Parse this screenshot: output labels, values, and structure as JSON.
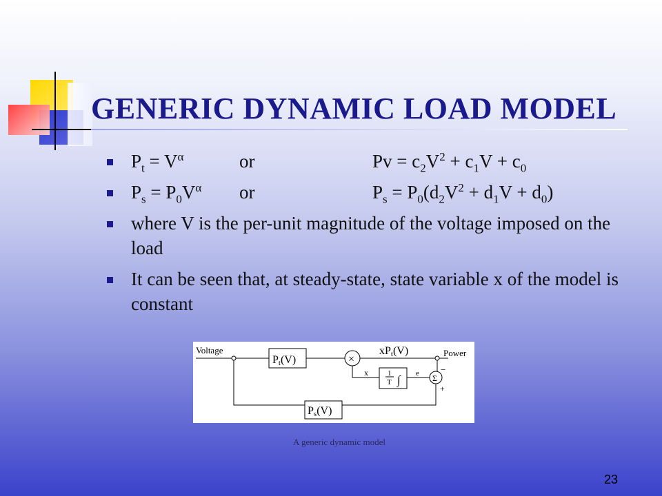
{
  "slide": {
    "title": "GENERIC DYNAMIC LOAD MODEL",
    "number": "23",
    "bullets": {
      "eq1": {
        "left_base": "P",
        "left_sub": "t",
        "left_rest": " = V",
        "left_sup": "α",
        "or": "or",
        "right": [
          "Pv = c",
          "2",
          "V",
          "2",
          " + c",
          "1",
          "V + c",
          "0"
        ]
      },
      "eq2": {
        "left_base": "P",
        "left_sub": "s",
        "left_mid": " = P",
        "left_sub2": "0",
        "left_v": "V",
        "left_sup": "α",
        "or": "or",
        "right": [
          "P",
          "s",
          " = P",
          "0",
          "(d",
          "2",
          "V",
          "2",
          " + d",
          "1",
          "V + d",
          "0",
          ")"
        ]
      },
      "text3": "where V is the per-unit magnitude of the voltage imposed on the load",
      "text4": "It can be seen that, at steady-state, state variable x of the model is constant"
    },
    "diagram": {
      "voltage_label": "Voltage",
      "power_label": "Power",
      "pt_block": {
        "base": "P",
        "sub": "t",
        "rest": "(V)"
      },
      "ps_block": {
        "base": "P",
        "sub": "s",
        "rest": "(V)"
      },
      "xpt_label": {
        "base": "xP",
        "sub": "t",
        "rest": "(V)"
      },
      "x_label": "x",
      "e_label": "e",
      "integrator_num": "1",
      "integrator_den": "T",
      "integral_sign": "∫",
      "multiplier_sign": "×",
      "sum_sign": "Σ",
      "minus_sign": "−",
      "plus_sign": "+"
    },
    "caption": "A generic dynamic model"
  }
}
